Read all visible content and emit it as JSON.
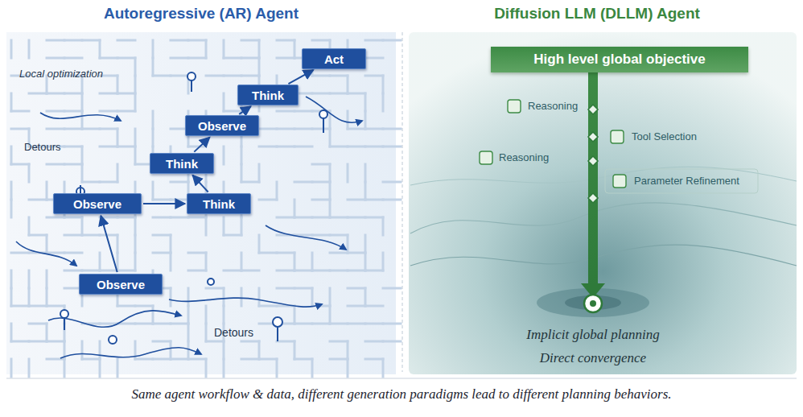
{
  "diagram": {
    "caption": "Same agent workflow & data, different generation paradigms lead to different planning behaviors.",
    "nodes": [
      {
        "text": [
          "Act"
        ]
      },
      {
        "text": [
          "Think"
        ]
      },
      {
        "text": [
          "Observe"
        ]
      },
      {
        "text": [
          "Think"
        ]
      },
      {
        "text": [
          "Observe"
        ]
      },
      {
        "text": [
          "Think"
        ]
      },
      {
        "text": [
          "Observe"
        ]
      },
      {
        "text": [
          "High level global objective"
        ]
      }
    ],
    "edges": [
      {
        "from": 6,
        "to": 4,
        "arrow": "to"
      },
      {
        "from": 4,
        "to": 5,
        "arrow": "to"
      },
      {
        "from": 5,
        "to": 3,
        "arrow": "to"
      },
      {
        "from": 3,
        "to": 2,
        "arrow": "to"
      },
      {
        "from": 2,
        "to": 1,
        "arrow": "to"
      },
      {
        "from": 1,
        "to": 0,
        "arrow": "to"
      }
    ],
    "labels": [
      "Autoregressive (AR) Agent",
      "Diffusion LLM (DLLM) Agent",
      "Local optimization",
      "Detours",
      "Detours",
      "Reasoning",
      "Tool Selection",
      "Reasoning",
      "Parameter Refinement",
      "Implicit global planning",
      "Direct convergence"
    ]
  }
}
